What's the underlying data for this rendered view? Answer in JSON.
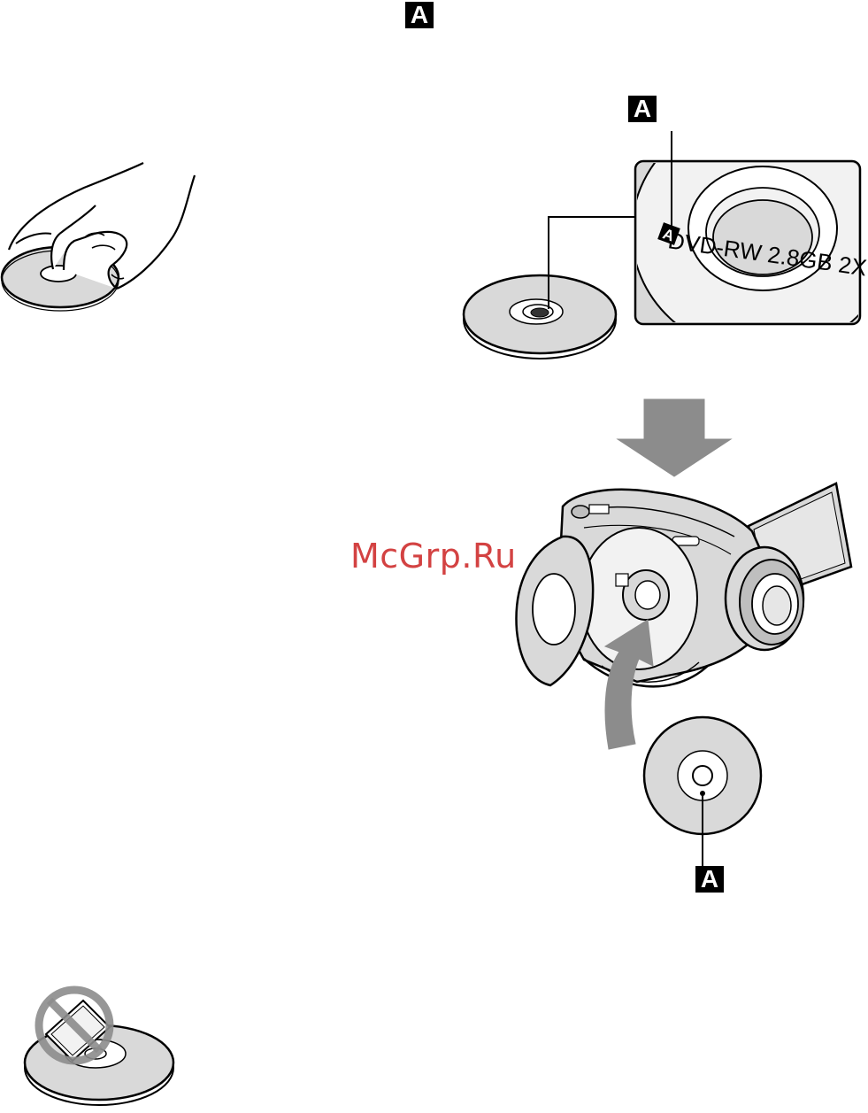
{
  "markers": {
    "top": "A",
    "disc_label": "A",
    "bottom": "A"
  },
  "disc_label": {
    "marker": "A",
    "text": "DVD-RW  2.8GB 2X"
  },
  "watermark": "McGrp.Ru",
  "colors": {
    "disc_fill": "#d9d9d9",
    "stroke": "#000000",
    "arrow": "#8c8c8c",
    "watermark": "#cc2222"
  },
  "icons": [
    "hand-on-disc-icon",
    "dvd-disc-icon",
    "magnifier-callout-icon",
    "down-arrow-icon",
    "camcorder-icon",
    "curved-up-arrow-icon",
    "prohibited-sign-icon"
  ]
}
